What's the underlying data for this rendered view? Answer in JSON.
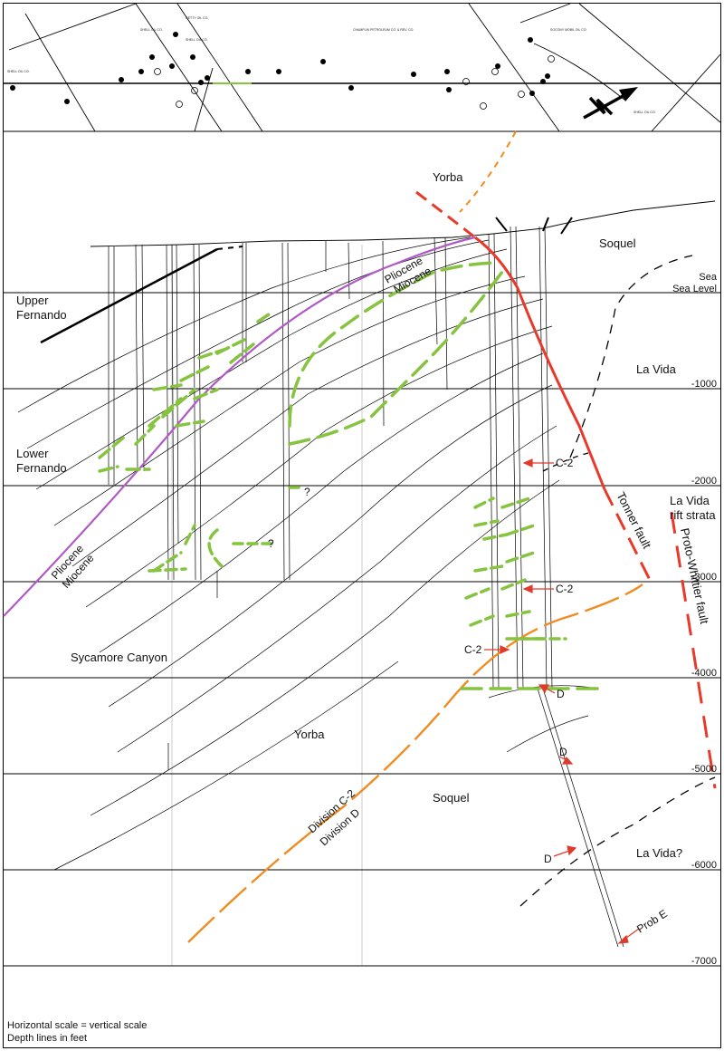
{
  "units": {
    "depth_labels": [
      "Sea Level",
      "-1000",
      "-2000",
      "-3000",
      "-4000",
      "-5000",
      "-6000",
      "-7000"
    ]
  },
  "operators": [
    "SHELL OIL CO.",
    "GETTY OIL CO.",
    "SHELL OIL CO.",
    "CHAMPLIN PETROLEUM CO. & REV. CO.",
    "SOCONY MOBIL OIL CO.",
    "SHELL OIL CO.",
    "SHELL OIL CO."
  ],
  "formations": {
    "yorba_upper": "Yorba",
    "soquel_upper": "Soquel",
    "upper_fernando": [
      "Upper",
      "Fernando"
    ],
    "la_vida": "La Vida",
    "lower_fernando": [
      "Lower",
      "Fernando"
    ],
    "la_vida_rift": [
      "La Vida",
      "rift strata"
    ],
    "sycamore_canyon": "Sycamore Canyon",
    "yorba_lower": "Yorba",
    "soquel_lower": "Soquel",
    "la_vida_q": "La Vida?"
  },
  "boundaries": {
    "pliocene_miocene_upper": [
      "Pliocene",
      "Miocene"
    ],
    "pliocene_miocene_lower": [
      "Pliocene",
      "Miocene"
    ],
    "division": [
      "Division C-2",
      "Division D"
    ]
  },
  "faults": {
    "tonner": "Tonner fault",
    "proto_whittier": "Proto-Whittier fault"
  },
  "picks": {
    "c2_a": "C-2",
    "c2_b": "C-2",
    "c2_c": "C-2",
    "d_a": "D",
    "d_b": "D",
    "d_c": "D",
    "prob_e": "Prob E",
    "q1": "?",
    "q2": "?"
  },
  "notes": {
    "scale": "Horizontal scale = vertical scale",
    "depth_units": "Depth lines in feet"
  },
  "colors": {
    "tonner_fault": "#e8392a",
    "pliocene_miocene": "#b05ac6",
    "division_line": "#ef8c22",
    "prospect_markers": "#86c440",
    "arrows": "#e03a2a",
    "depth_lines": "#000000"
  }
}
